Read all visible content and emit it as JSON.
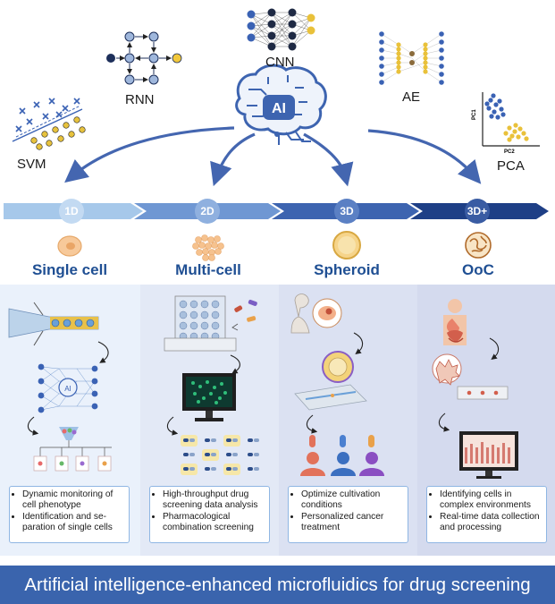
{
  "models": {
    "svm": "SVM",
    "rnn": "RNN",
    "cnn": "CNN",
    "ae": "AE",
    "pca": "PCA",
    "ai": "AI",
    "pca_axis_x": "PC2",
    "pca_axis_y": "PC1"
  },
  "stages": [
    {
      "dim": "1D",
      "title": "Single cell",
      "bullets": [
        "Dynamic monitoring of cell phenotype",
        "Identification and se-paration of single cells"
      ]
    },
    {
      "dim": "2D",
      "title": "Multi-cell",
      "bullets": [
        "High-throughput drug screening data analysis",
        "Pharmacological combination screening"
      ]
    },
    {
      "dim": "3D",
      "title": "Spheroid",
      "bullets": [
        "Optimize cultivation conditions",
        "Personalized cancer treatment"
      ]
    },
    {
      "dim": "3D+",
      "title": "OoC",
      "bullets": [
        "Identifying cells in complex environments",
        "Real-time data collection and processing"
      ]
    }
  ],
  "footer": "Artificial intelligence-enhanced microfluidics for drug screening",
  "colors": {
    "arrow_1d": "#a6c8ea",
    "arrow_2d": "#6f97d3",
    "arrow_3d": "#3d64b0",
    "arrow_3dplus": "#1e3f86",
    "stage_title": "#1f4f93",
    "footer_bg": "#3a64ad",
    "panel_1": "#eaf1fb",
    "panel_2": "#e3e9f6",
    "panel_3": "#dbe1f2",
    "panel_4": "#d4daee"
  }
}
